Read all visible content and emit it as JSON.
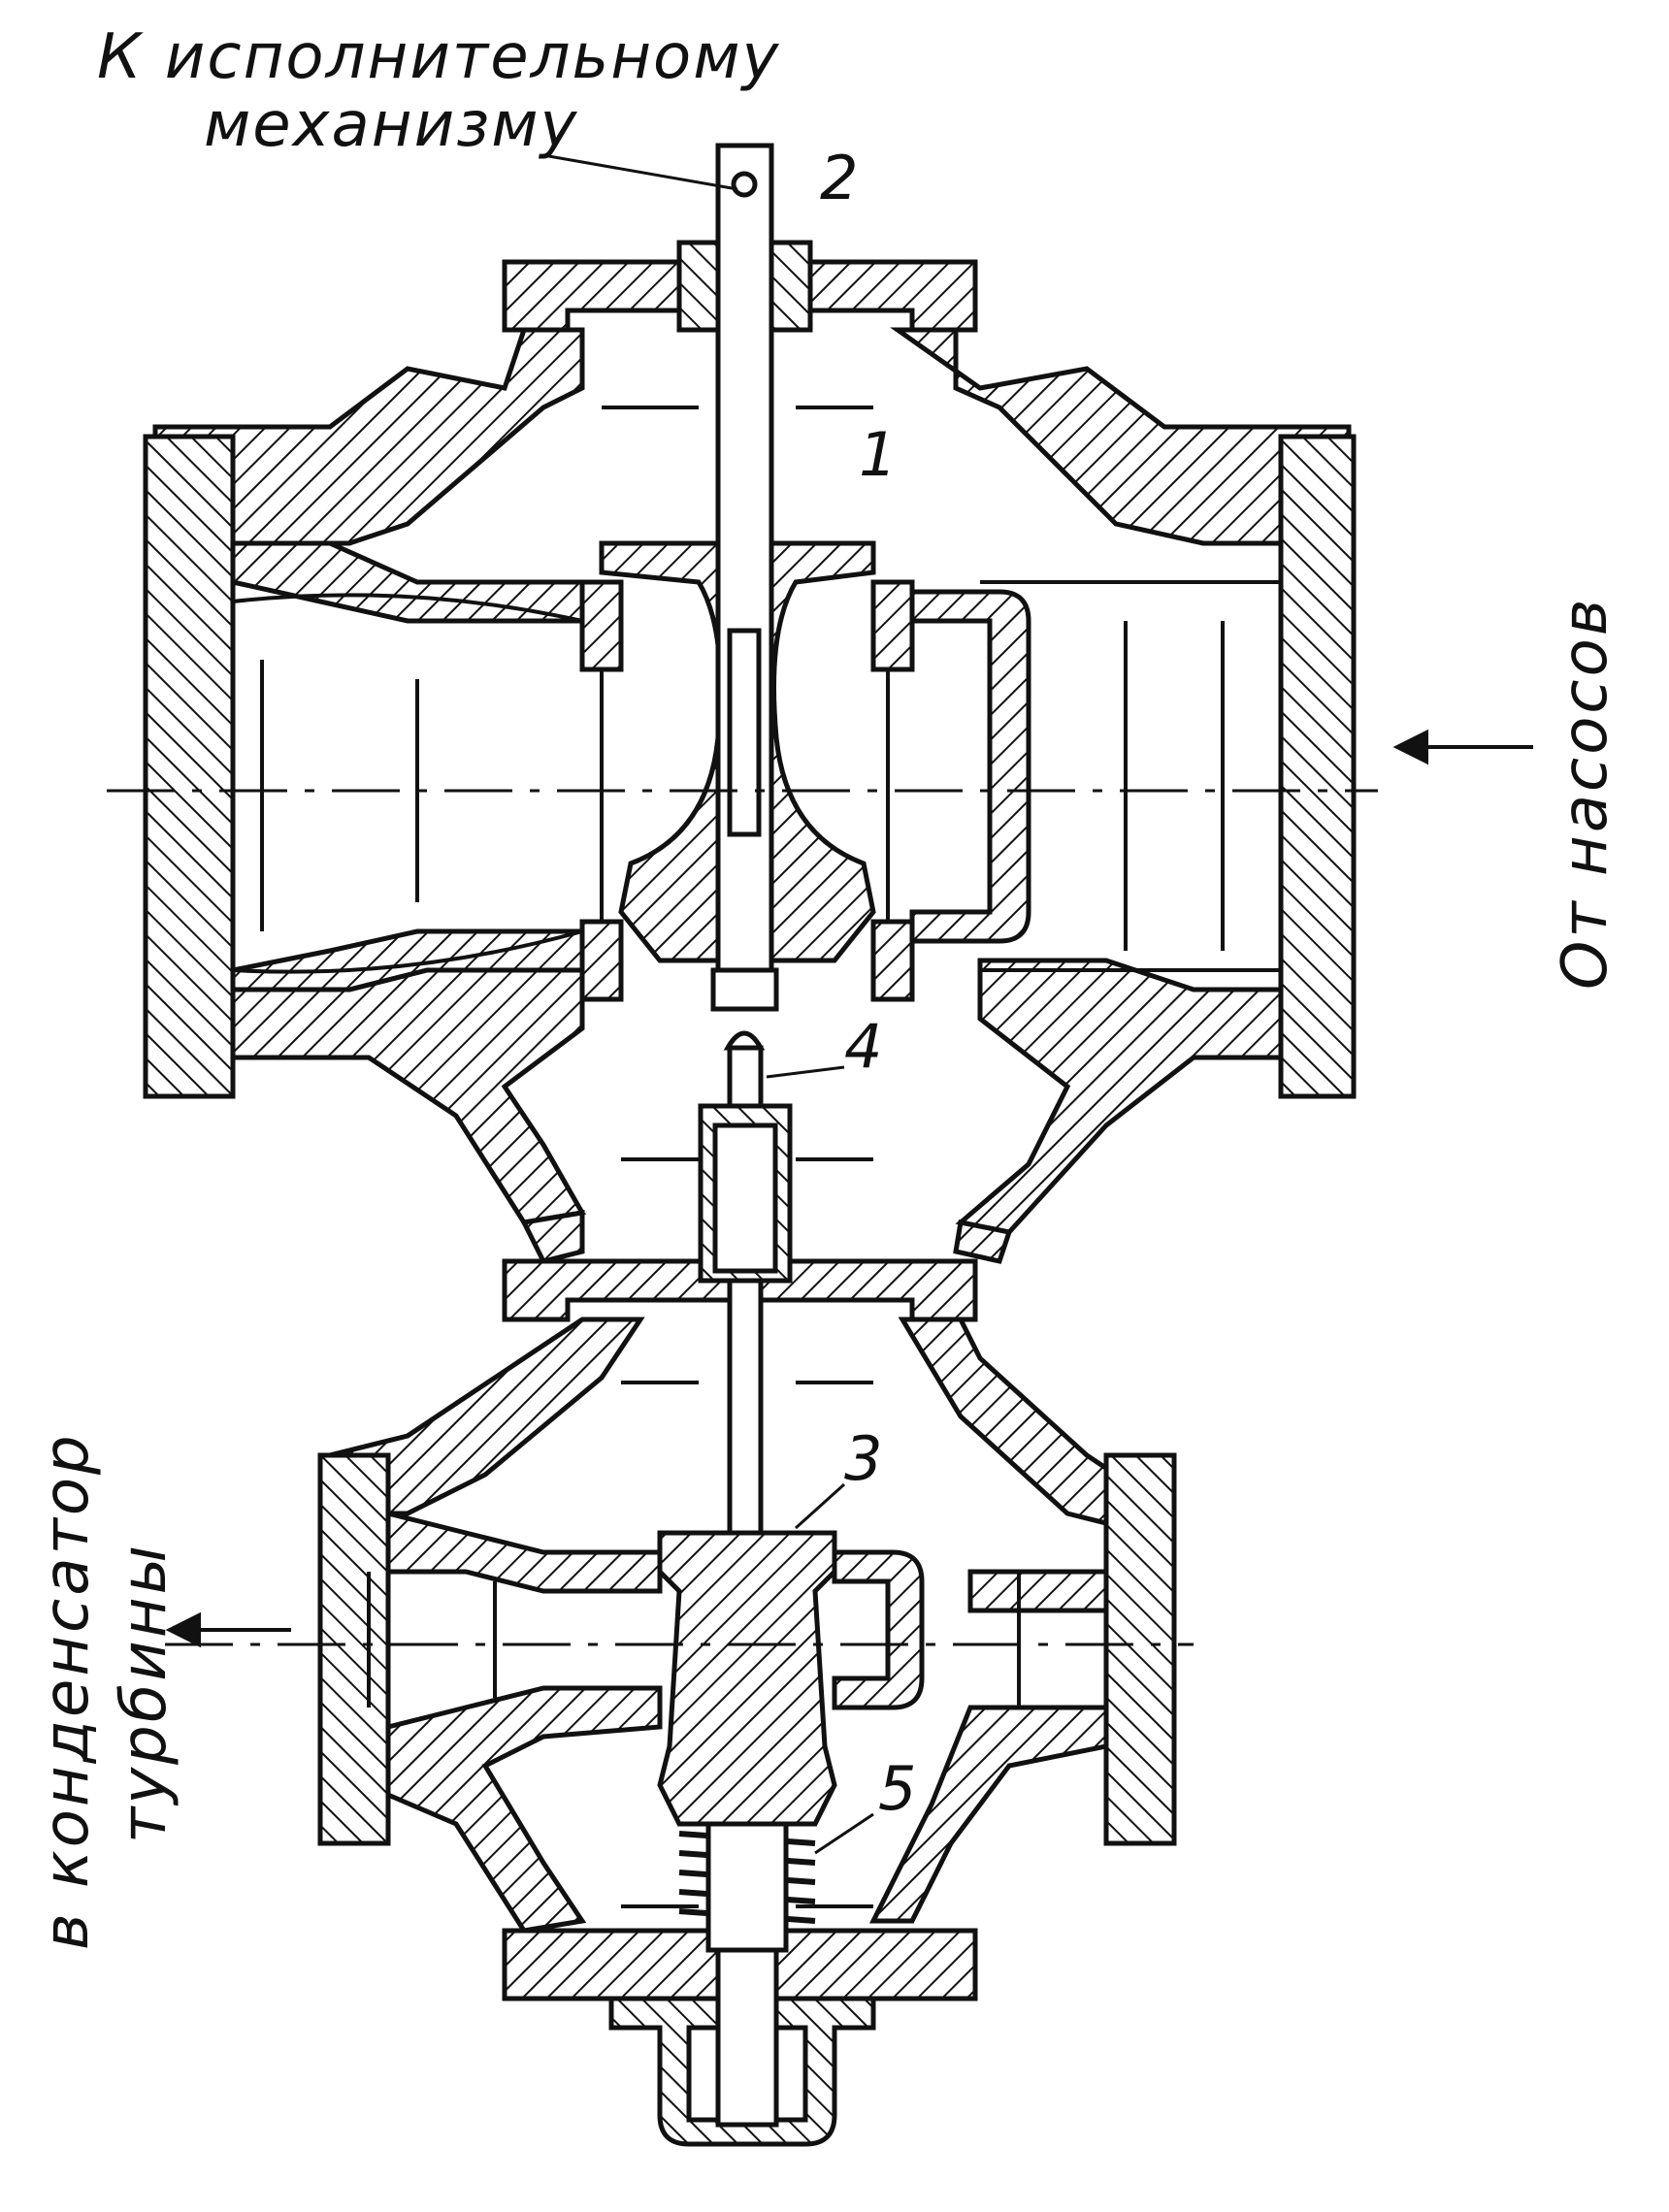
{
  "labels": {
    "top_line1": "К исполнительному",
    "top_line2": "механизму",
    "right": "От насосов",
    "left_line1": "в конденсатор",
    "left_line2": "турбины"
  },
  "parts": [
    "1",
    "2",
    "3",
    "4",
    "5"
  ],
  "colors": {
    "ink": "#111111",
    "paper": "#ffffff"
  }
}
